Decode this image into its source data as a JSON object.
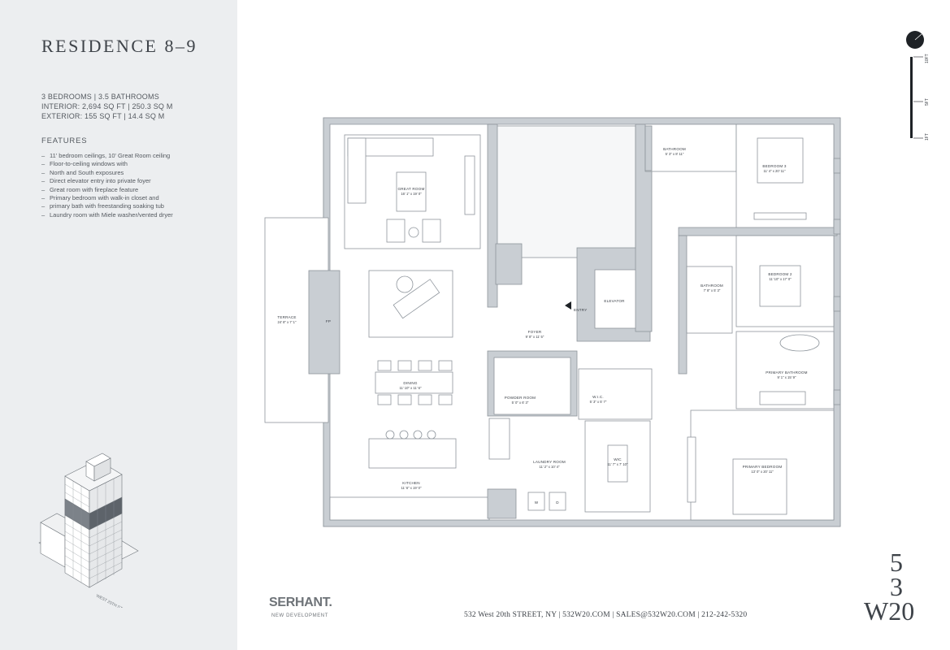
{
  "header": {
    "title": "RESIDENCE 8–9"
  },
  "specs": {
    "line1": "3 BEDROOMS  |  3.5 BATHROOMS",
    "line2": "INTERIOR: 2,694 SQ FT  |  250.3 SQ M",
    "line3": "EXTERIOR: 155 SQ FT  |  14.4 SQ M"
  },
  "features": {
    "heading": "FEATURES",
    "items": [
      "11' bedroom ceilings, 10' Great Room ceiling",
      "Floor-to-ceiling windows with",
      "North and South exposures",
      "Direct elevator entry into private foyer",
      "Great room with fireplace feature",
      "Primary bedroom with walk-in closet and",
      "primary bath with freestanding soaking tub",
      "Laundry room with Miele washer/vented dryer"
    ]
  },
  "building": {
    "street_label": "WEST 20TH STREET"
  },
  "rooms": {
    "great_room": {
      "name": "GREAT ROOM",
      "dim": "16' 1\" x 19' 0\""
    },
    "terrace": {
      "name": "TERRACE",
      "dim": "24' 8\" x 7' 1\""
    },
    "fireplace": {
      "name": "FP"
    },
    "dining": {
      "name": "DINING",
      "dim": "11' 10\" x 11' 6\""
    },
    "kitchen": {
      "name": "KITCHEN",
      "dim": "11' 6\" x 19' 0\""
    },
    "foyer": {
      "name": "FOYER",
      "dim": "9' 8\" x 11' 5\""
    },
    "entry": {
      "name": "ENTRY"
    },
    "elevator": {
      "name": "ELEVATOR"
    },
    "powder_room": {
      "name": "POWDER ROOM",
      "dim": "5' 0\" x 6' 3\""
    },
    "laundry_room": {
      "name": "LAUNDRY ROOM",
      "dim": "11' 2\" x 10' 4\""
    },
    "washer": {
      "name": "W"
    },
    "dryer": {
      "name": "D"
    },
    "wic_small": {
      "name": "W.I.C.",
      "dim": "5' 3\" x 5' 7\""
    },
    "wic_large": {
      "name": "WIC",
      "dim": "11' 7\" x 7' 10\""
    },
    "bathroom_top": {
      "name": "BATHROOM",
      "dim": "5' 3\" x 8' 11\""
    },
    "bedroom_3": {
      "name": "BEDROOM 3",
      "dim": "11' 4\" x 20' 11\""
    },
    "bathroom_mid": {
      "name": "BATHROOM",
      "dim": "7' 8\" x 5' 3\""
    },
    "bedroom_2": {
      "name": "BEDROOM 2",
      "dim": "11' 10\" x 17' 0\""
    },
    "primary_bathroom": {
      "name": "PRIMARY BATHROOM",
      "dim": "9' 1\" x 15' 9\""
    },
    "primary_bedroom": {
      "name": "PRIMARY BEDROOM",
      "dim": "13' 0\" x 20' 11\""
    }
  },
  "scale": {
    "labels": [
      "10FT",
      "5FT",
      "1FT"
    ]
  },
  "footer": {
    "logo": "SERHANT.",
    "logo_sub": "NEW DEVELOPMENT",
    "contact": "532 West 20th STREET, NY  |  532W20.COM  |  SALES@532W20.COM  |  212-242-5320",
    "brand_line1": "5",
    "brand_line2": "3",
    "brand_line3": "W20"
  },
  "colors": {
    "panel_bg": "#eceef0",
    "wall": "#c9ced3",
    "wall_stroke": "#8e959c",
    "text": "#3e4349"
  }
}
